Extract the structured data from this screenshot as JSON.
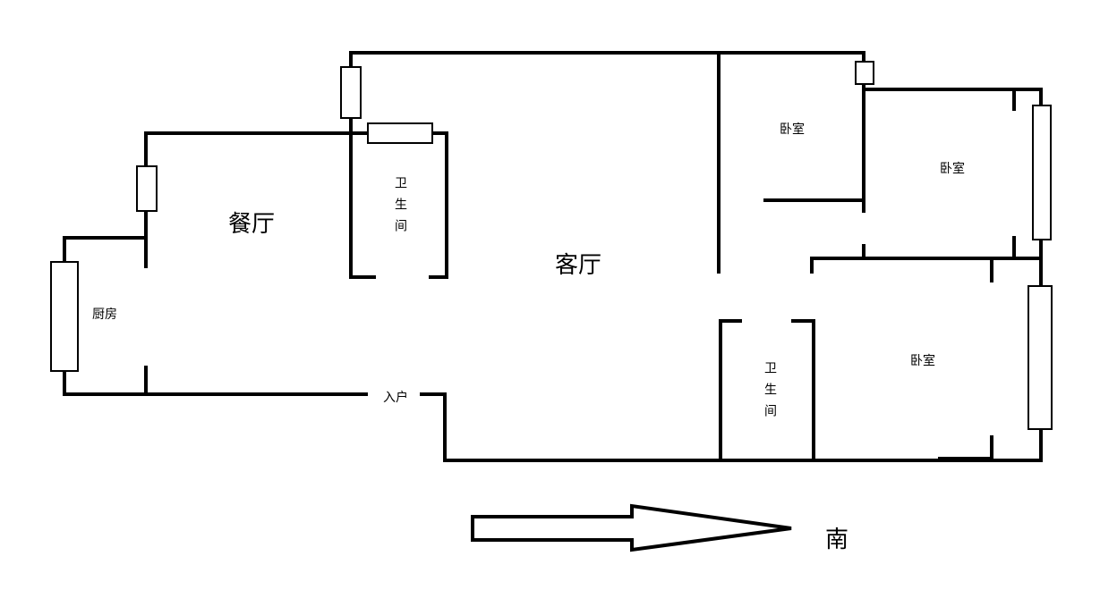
{
  "rooms": {
    "kitchen": "厨房",
    "dining": "餐厅",
    "living": "客厅",
    "bathroom_north": "卫生间",
    "bathroom_south": "卫生间",
    "bedroom_north": "卧室",
    "bedroom_middle": "卧室",
    "bedroom_south": "卧室"
  },
  "entrance": "入户",
  "compass": {
    "direction": "南"
  },
  "colors": {
    "wall": "#000000",
    "background": "#ffffff"
  }
}
